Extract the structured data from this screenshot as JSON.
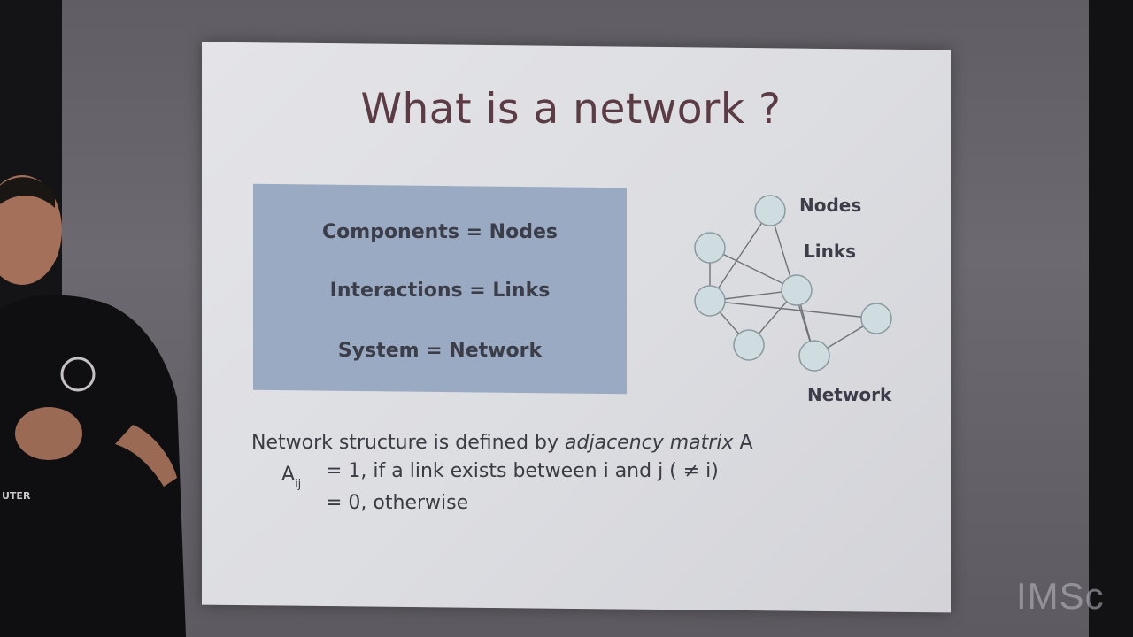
{
  "slide": {
    "title": "What is a network ?",
    "definitions": [
      "Components = Nodes",
      "Interactions = Links",
      "System = Network"
    ],
    "diagram_labels": {
      "nodes": "Nodes",
      "links": "Links",
      "network": "Network"
    },
    "body": {
      "line1_prefix": "Network structure is defined by ",
      "line1_italic": "adjacency matrix",
      "line1_suffix": " A",
      "matrix_symbol": "A",
      "matrix_subscript": "ij",
      "line2": "= 1, if a link exists between i and j ( ≠ i)",
      "line3": "= 0, otherwise"
    }
  },
  "shirt_text": "UTER",
  "watermark": "IMSc",
  "colors": {
    "title": "#5b3b44",
    "box": "#9aaac3",
    "node_fill": "#cfdde1",
    "node_stroke": "#8a9aa0"
  }
}
